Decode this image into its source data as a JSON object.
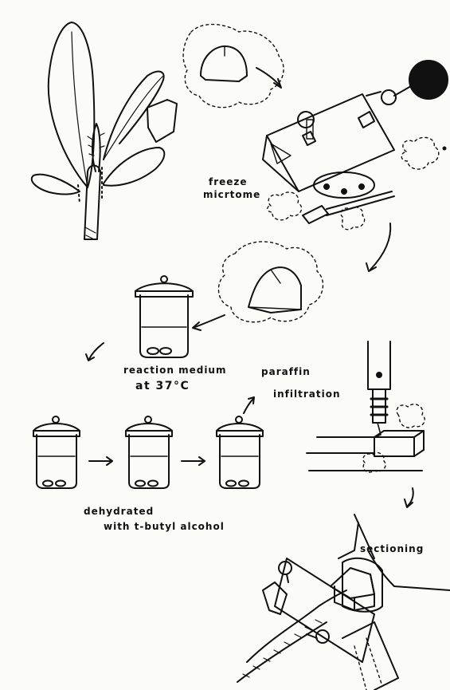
{
  "labels": {
    "freeze_line1": "freeze",
    "freeze_line2": "micrtome",
    "reaction_line1": "reaction medium",
    "reaction_line2": "at 37°C",
    "paraffin_line1": "paraffin",
    "paraffin_line2": "infiltration",
    "dehydrated_line1": "dehydrated",
    "dehydrated_line2": "with t-butyl alcohol",
    "sectioning": "sectioning"
  },
  "colors": {
    "ink": "#111111",
    "paper": "#fbfbf8"
  }
}
